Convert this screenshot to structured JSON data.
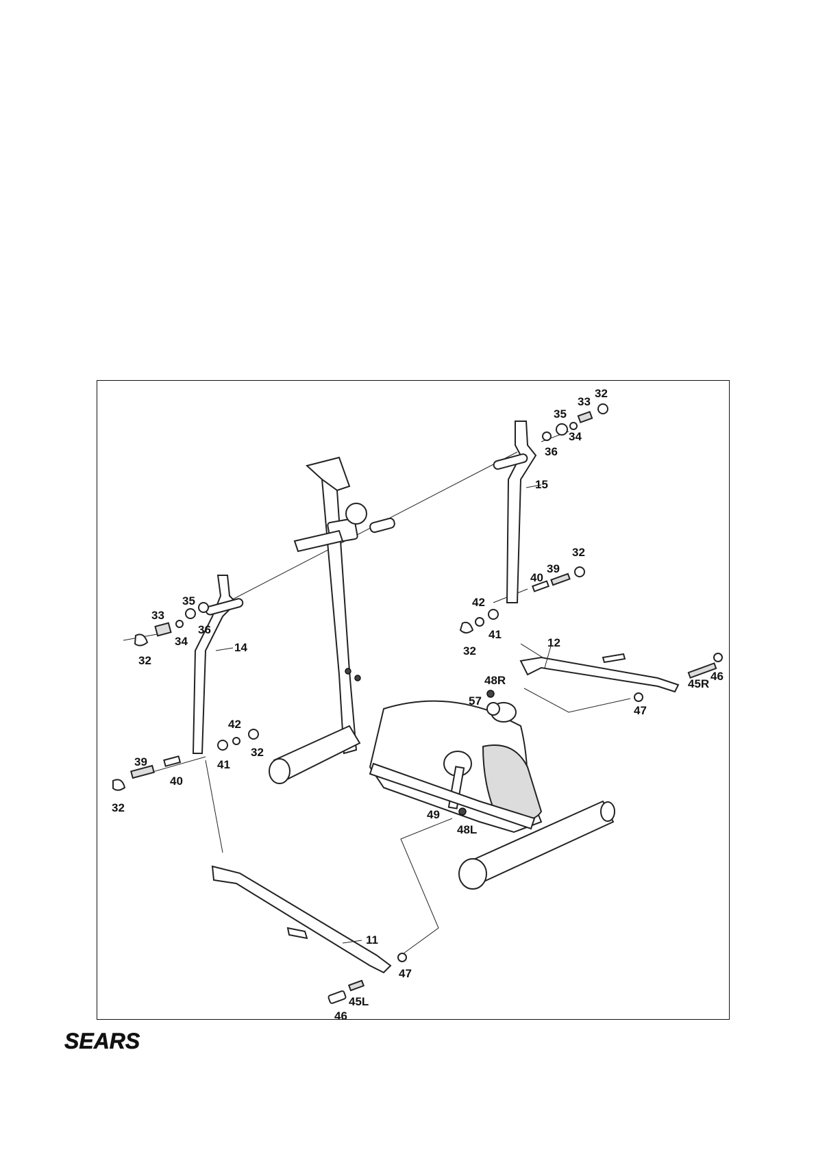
{
  "brand": {
    "logo_text": "SEARS"
  },
  "callouts": [
    {
      "id": "c1",
      "text": "32"
    },
    {
      "id": "c2",
      "text": "33"
    },
    {
      "id": "c3",
      "text": "35"
    },
    {
      "id": "c4",
      "text": "34"
    },
    {
      "id": "c5",
      "text": "36"
    },
    {
      "id": "c6",
      "text": "15"
    },
    {
      "id": "c7",
      "text": "32"
    },
    {
      "id": "c8",
      "text": "39"
    },
    {
      "id": "c9",
      "text": "40"
    },
    {
      "id": "c10",
      "text": "42"
    },
    {
      "id": "c11",
      "text": "41"
    },
    {
      "id": "c12",
      "text": "32"
    },
    {
      "id": "c13",
      "text": "12"
    },
    {
      "id": "c14",
      "text": "46"
    },
    {
      "id": "c15",
      "text": "45R"
    },
    {
      "id": "c16",
      "text": "47"
    },
    {
      "id": "c17",
      "text": "48R"
    },
    {
      "id": "c18",
      "text": "57"
    },
    {
      "id": "c19",
      "text": "35"
    },
    {
      "id": "c20",
      "text": "33"
    },
    {
      "id": "c21",
      "text": "36"
    },
    {
      "id": "c22",
      "text": "34"
    },
    {
      "id": "c23",
      "text": "14"
    },
    {
      "id": "c24",
      "text": "32"
    },
    {
      "id": "c25",
      "text": "42"
    },
    {
      "id": "c26",
      "text": "41"
    },
    {
      "id": "c27",
      "text": "32"
    },
    {
      "id": "c28",
      "text": "39"
    },
    {
      "id": "c29",
      "text": "40"
    },
    {
      "id": "c30",
      "text": "32"
    },
    {
      "id": "c31",
      "text": "49"
    },
    {
      "id": "c32",
      "text": "48L"
    },
    {
      "id": "c33",
      "text": "11"
    },
    {
      "id": "c34",
      "text": "47"
    },
    {
      "id": "c35",
      "text": "45L"
    },
    {
      "id": "c36",
      "text": "46"
    }
  ]
}
